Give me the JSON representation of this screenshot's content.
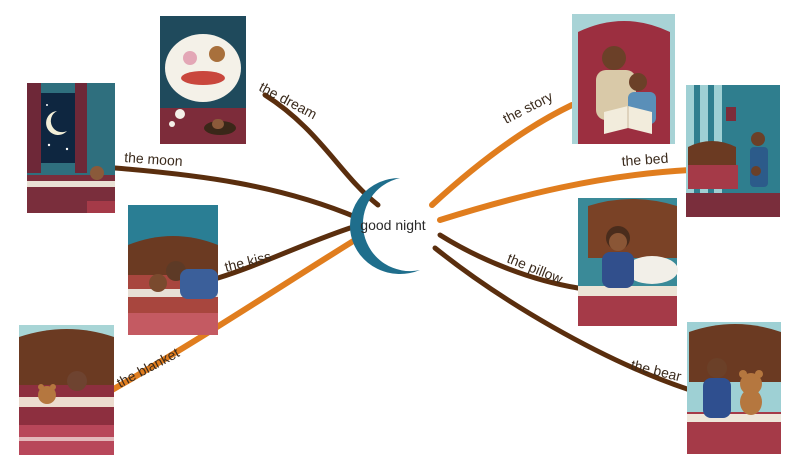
{
  "center": {
    "label": "good night",
    "ring_color": "#1f6e8c"
  },
  "colors": {
    "brown": "#5a2e0e",
    "orange": "#e07d1e",
    "text": "#3a2a1c"
  },
  "branches": [
    {
      "id": "dream",
      "label": "the dream",
      "color": "brown",
      "scene": "dream"
    },
    {
      "id": "moon",
      "label": "the moon",
      "color": "brown",
      "scene": "moon"
    },
    {
      "id": "kiss",
      "label": "the kiss",
      "color": "brown",
      "scene": "kiss"
    },
    {
      "id": "blanket",
      "label": "the blanket",
      "color": "orange",
      "scene": "blanket"
    },
    {
      "id": "story",
      "label": "the story",
      "color": "orange",
      "scene": "story"
    },
    {
      "id": "bed",
      "label": "the bed",
      "color": "orange",
      "scene": "bed"
    },
    {
      "id": "pillow",
      "label": "the pillow",
      "color": "brown",
      "scene": "pillow"
    },
    {
      "id": "bear",
      "label": "the bear",
      "color": "brown",
      "scene": "bear"
    }
  ]
}
